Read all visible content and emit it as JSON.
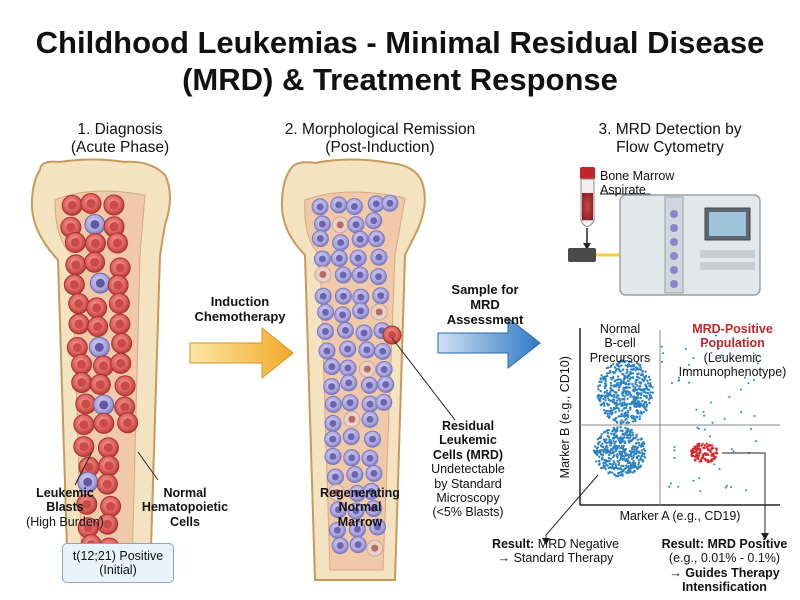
{
  "title": "Childhood Leukemias - Minimal Residual Disease (MRD) & Treatment Response",
  "panels": {
    "p1": {
      "line1": "1. Diagnosis",
      "line2": "(Acute Phase)"
    },
    "p2": {
      "line1": "2. Morphological Remission",
      "line2": "(Post-Induction)"
    },
    "p3": {
      "line1": "3. MRD Detection by",
      "line2": "Flow Cytometry"
    }
  },
  "arrows": {
    "a1": {
      "line1": "Induction",
      "line2": "Chemotherapy"
    },
    "a2": {
      "line1": "Sample for",
      "line2": "MRD",
      "line3": "Assessment"
    }
  },
  "labels": {
    "blasts": {
      "line1": "Leukemic",
      "line2": "Blasts",
      "line3": "(High Burden)"
    },
    "normal_cells": {
      "line1": "Normal",
      "line2": "Hematopoietic",
      "line3": "Cells"
    },
    "translocation": {
      "line1": "t(12;21) Positive",
      "line2": "(Initial)"
    },
    "regenerating": {
      "line1": "Regenerating",
      "line2": "Normal",
      "line3": "Marrow"
    },
    "residual": {
      "line1": "Residual",
      "line2": "Leukemic",
      "line3": "Cells (MRD)",
      "line4": "Undetectable",
      "line5": "by Standard",
      "line6": "Microscopy",
      "line7": "(<5% Blasts)"
    },
    "aspirate": {
      "line1": "Bone Marrow",
      "line2": "Aspirate"
    }
  },
  "plot": {
    "xlabel": "Marker A (e.g., CD19)",
    "ylabel": "Marker B (e.g., CD10)",
    "normal_pop": {
      "line1": "Normal",
      "line2": "B-cell",
      "line3": "Precursors"
    },
    "mrd_pop": {
      "line1": "MRD-Positive",
      "line2": "Population",
      "line3": "(Leukemic",
      "line4": "Immunophenotype)"
    }
  },
  "results": {
    "negative": {
      "head": "Result:",
      "line1": " MRD Negative",
      "line2": "→ Standard Therapy"
    },
    "positive": {
      "head": "Result: MRD Positive",
      "line1": "(e.g., 0.01% - 0.1%)",
      "line2": "→ Guides Therapy",
      "line3": "Intensification"
    }
  },
  "colors": {
    "bone": "#f3e3c0",
    "bone_edge": "#c89a5a",
    "blast": "#d9534f",
    "normal_cell": "#8b86c8",
    "arrow1": "#f2a928",
    "arrow2": "#2f79c4",
    "normal_dots": "#2d83c2",
    "mrd_dots": "#d8262c"
  }
}
